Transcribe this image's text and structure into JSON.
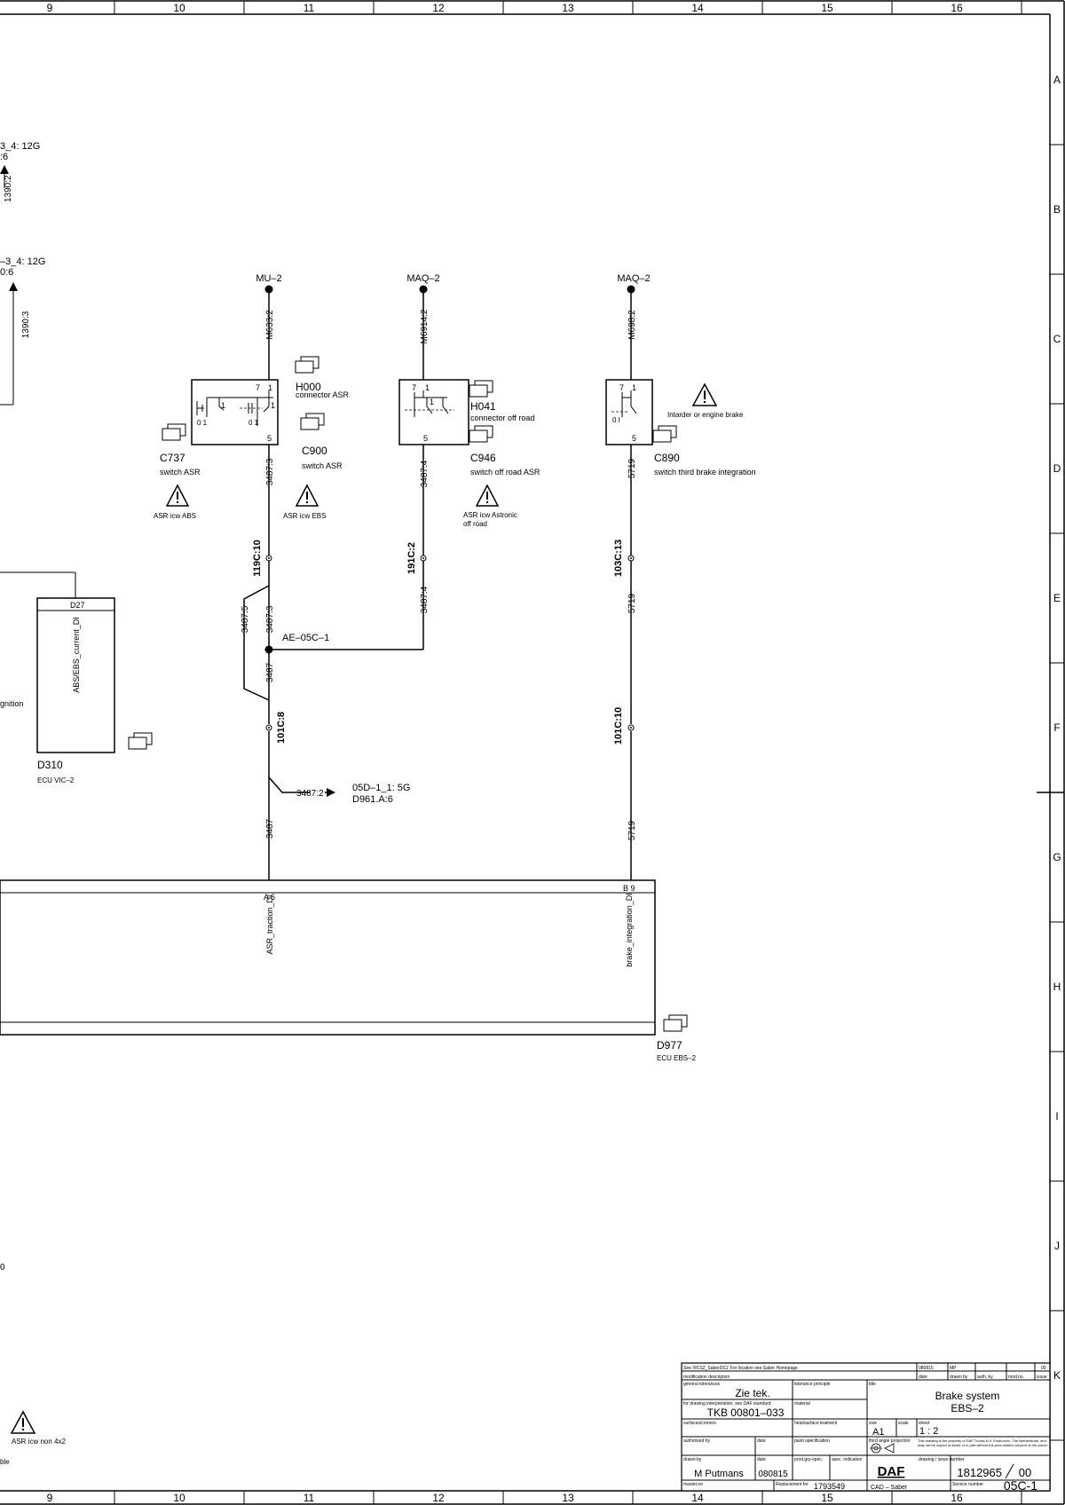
{
  "frame": {
    "columns": [
      "9",
      "10",
      "11",
      "12",
      "13",
      "14",
      "15",
      "16"
    ],
    "rows": [
      "A",
      "B",
      "C",
      "D",
      "E",
      "F",
      "G",
      "H",
      "I",
      "J",
      "K"
    ]
  },
  "edge": {
    "ref1_line1": "3_4: 12G",
    "ref1_line2": ":6",
    "ref1_wire": "1390:2",
    "ref2_line1": "–3_4: 12G",
    "ref2_line2": "0:6",
    "ref2_wire": "1390:3",
    "ignition": "gnition",
    "zero": "0",
    "bottom_warn": "ASR icw non 4x2",
    "bottom_cut": "ble"
  },
  "supplies": [
    {
      "label": "MU–2",
      "wire": "M633:2"
    },
    {
      "label": "MAQ–2",
      "wire": "M6914:2"
    },
    {
      "label": "MAQ–2",
      "wire": "M698:2"
    }
  ],
  "switches": {
    "c737": {
      "id": "C737",
      "desc": "switch ASR",
      "pin_a": "7",
      "pin_b": "1",
      "pin_c": "1",
      "pin_d": "1",
      "pin_bottom": "5",
      "pos_a": "0 1",
      "pos_b": "0 1"
    },
    "c946": {
      "id": "C946",
      "desc": "switch off road ASR",
      "pin_a": "7",
      "pin_b": "1",
      "pin_c": "1",
      "pin_bottom": "5"
    },
    "c890": {
      "id": "C890",
      "desc": "switch third brake integration",
      "pin_a": "7",
      "pin_b": "1",
      "pin_bottom": "5",
      "pos": "0 I"
    }
  },
  "connectors": {
    "h000": {
      "id": "H000",
      "desc": "connector ASR"
    },
    "c900": {
      "id": "C900",
      "desc": "switch ASR"
    },
    "h041": {
      "id": "H041",
      "desc": "connector off road"
    }
  },
  "warnings": {
    "abs": "ASR icw ABS",
    "ebs": "ASR icw EBS",
    "astronic_1": "ASR icw Astronic",
    "astronic_2": "off road",
    "intarder": "Intarder or engine brake"
  },
  "wires": {
    "w1": "3487:3",
    "w2": "3487:4",
    "w3": "5719",
    "conn1": "119C:10",
    "conn2": "191C:2",
    "conn3": "103C:13",
    "w4": "3487:5",
    "w5": "3487:3",
    "w6": "3487:4",
    "w7": "5719",
    "junction": "AE–05C–1",
    "w8": "3487",
    "conn4": "101C:8",
    "conn5": "101C:10",
    "w9": "3487:2",
    "ref_line1": "05D–1_1: 5G",
    "ref_line2": "D961.A:6",
    "w10": "3487",
    "w11": "5719"
  },
  "d310": {
    "pin": "D27",
    "signal": "ABS/EBS_current_DI",
    "id": "D310",
    "desc": "ECU VIC–2"
  },
  "d977": {
    "pin_a": "A 6",
    "pin_b": "B 9",
    "signal_a": "ASR_traction_DI",
    "signal_b": "brake_integration_DI",
    "id": "D977",
    "desc": "ECU EBS–2"
  },
  "title_block": {
    "mod_note": "See 'RCS2_SaberDS1' For location see Saber Homepage",
    "mod_date": "080815",
    "mod_by": "MP",
    "mod_issue": "00",
    "h_mod_desc": "modification description",
    "h_date": "date",
    "h_drawn_by": "drawn by",
    "h_auth_by": "auth. by",
    "h_mod_no": "mod.no.",
    "h_issue": "issue",
    "h_gen_tol": "general tolerances",
    "gen_tol": "Zie tek.",
    "h_tol_princ": "tolerance principle",
    "h_title": "title",
    "title_1": "Brake system",
    "title_2": "EBS–2",
    "h_interp": "for drawing interpretation, see DAF standard:",
    "interp": "TKB 00801–033",
    "h_material": "material",
    "h_surfaces": "surfaces/corners",
    "h_heat": "heat/surface teatment",
    "h_size": "size",
    "size": "A1",
    "h_scale": "scale",
    "h_sheet": "sheet",
    "scale": "1 : 2",
    "h_authorised": "authorised by",
    "h_paint": "paint specification",
    "h_projection": "third angle projection",
    "property": "This drawing is the property of DAF Trucks N.V. Eindhoven, The Netherlands, and may not be copied in whole or in part without the prior written consent of the owner.",
    "h_drawn": "drawn by",
    "drawn": "M Putmans",
    "date": "080815",
    "h_prod": "prod.grp-spec.",
    "h_spec": "spec. indication",
    "logo": "DAF",
    "h_drawing_no": "drawing / issue number",
    "drawing_no": "1812965",
    "issue_no": "00",
    "h_master": "master.no",
    "h_replacement": "Replacement for",
    "replacement": "1793549",
    "cad": "CAD – Saber",
    "h_service": "Service number",
    "service": "05C-1"
  }
}
